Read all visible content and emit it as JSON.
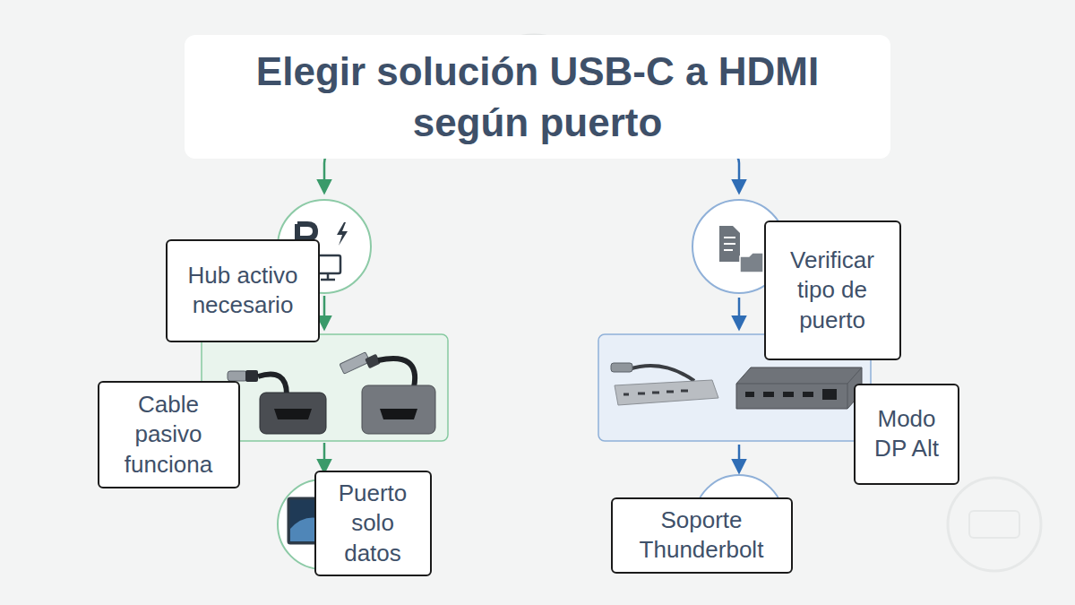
{
  "diagram": {
    "title": "Elegir solución USB-C a HDMI según puerto",
    "nodes": [
      {
        "text": [
          "Hub activo necesario"
        ]
      },
      {
        "text": [
          "Cable pasivo funciona"
        ]
      },
      {
        "text": [
          "Puerto solo datos"
        ]
      },
      {
        "text": [
          "Verificar tipo de puerto"
        ]
      },
      {
        "text": [
          "Modo DP Alt"
        ]
      },
      {
        "text": [
          "Soporte Thunderbolt"
        ]
      }
    ]
  }
}
